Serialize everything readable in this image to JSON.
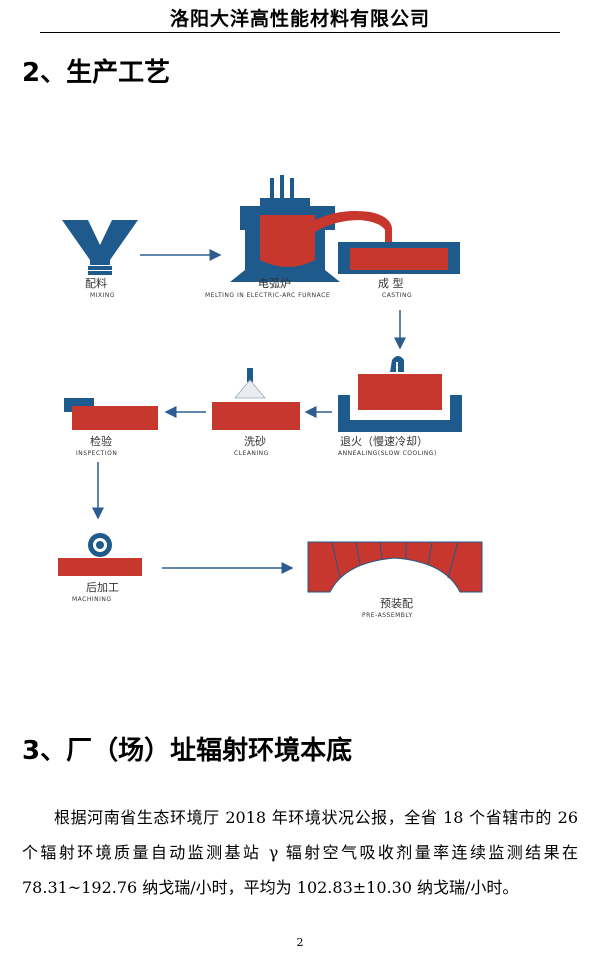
{
  "header": {
    "company": "洛阳大洋高性能材料有限公司"
  },
  "section2": {
    "title": "2、生产工艺"
  },
  "process": {
    "mixing": {
      "zh": "配料",
      "en": "MIXING"
    },
    "furnace": {
      "zh": "电弧炉",
      "en": "MELTING IN ELECTRIC-ARC FURNACE"
    },
    "casting": {
      "zh": "成  型",
      "en": "CASTING"
    },
    "annealing": {
      "zh": "退火（慢速冷却）",
      "en": "ANNEALING(SLOW COOLING)"
    },
    "cleaning": {
      "zh": "洗砂",
      "en": "CLEANING"
    },
    "inspection": {
      "zh": "检验",
      "en": "INSPECTION"
    },
    "machining": {
      "zh": "后加工",
      "en": "MACHINING"
    },
    "preassembly": {
      "zh": "预装配",
      "en": "PRE-ASSEMBLY"
    },
    "colors": {
      "blue": "#1f5a8c",
      "red": "#c8372d",
      "arrow": "#2d5d8f"
    }
  },
  "section3": {
    "title": "3、厂（场）址辐射环境本底",
    "paragraph": "根据河南省生态环境厅 2018 年环境状况公报，全省 18 个省辖市的 26 个辐射环境质量自动监测基站 γ 辐射空气吸收剂量率连续监测结果在 78.31~192.76 纳戈瑞/小时，平均为 102.83±10.30 纳戈瑞/小时。"
  },
  "footer": {
    "page_number": "2"
  }
}
